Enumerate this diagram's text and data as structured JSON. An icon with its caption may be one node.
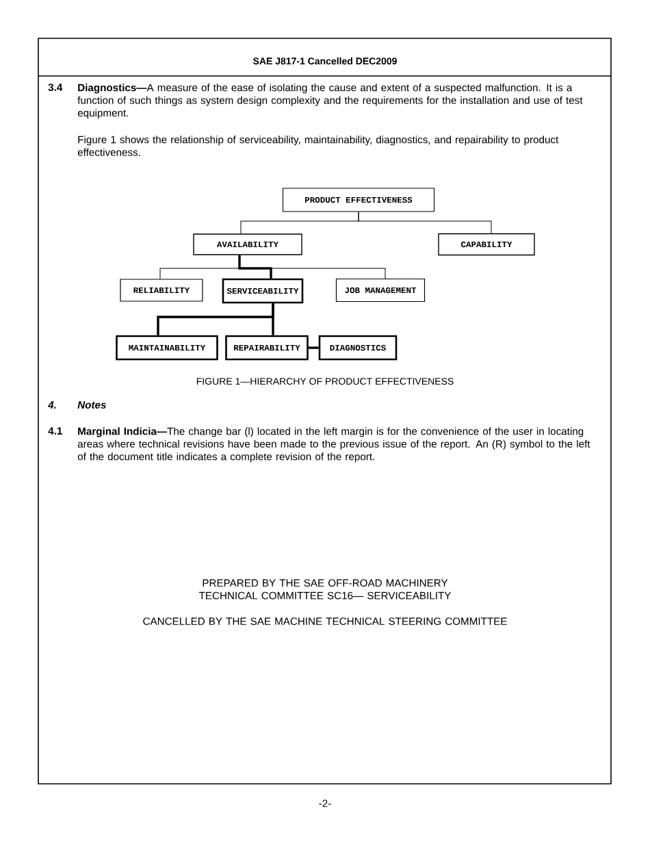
{
  "diagram": {
    "title": "SAE J817-1 Cancelled DEC2009",
    "caption": "FIGURE 1—HIERARCHY OF PRODUCT EFFECTIVENESS",
    "nodes": [
      {
        "text": [
          "PRODUCT EFFECTIVENESS"
        ]
      },
      {
        "text": [
          "AVAILABILITY"
        ]
      },
      {
        "text": [
          "CAPABILITY"
        ]
      },
      {
        "text": [
          "RELIABILITY"
        ]
      },
      {
        "text": [
          "SERVICEABILITY"
        ]
      },
      {
        "text": [
          "JOB MANAGEMENT"
        ]
      },
      {
        "text": [
          "MAINTAINABILITY"
        ]
      },
      {
        "text": [
          "REPAIRABILITY"
        ]
      },
      {
        "text": [
          "DIAGNOSTICS"
        ]
      }
    ],
    "edges": [
      {
        "from": 0,
        "to": 1,
        "arrow": "none"
      },
      {
        "from": 0,
        "to": 2,
        "arrow": "none"
      },
      {
        "from": 1,
        "to": 3,
        "arrow": "none"
      },
      {
        "from": 1,
        "to": 4,
        "arrow": "none",
        "style": "thick"
      },
      {
        "from": 1,
        "to": 5,
        "arrow": "none"
      },
      {
        "from": 4,
        "to": 6,
        "arrow": "none",
        "style": "thick"
      },
      {
        "from": 4,
        "to": 7,
        "arrow": "none",
        "style": "thick"
      },
      {
        "from": 7,
        "to": 8,
        "arrow": "none",
        "style": "thick"
      }
    ],
    "labels": [
      "3.4",
      "**Diagnostics—**A measure of the ease of isolating the cause and extent of a suspected malfunction.  It is a function of such things as system design complexity and the requirements for the installation and use of test equipment.",
      "Figure 1 shows the relationship of serviceability, maintainability, diagnostics, and repairability to product effectiveness.",
      "4.",
      "Notes",
      "4.1",
      "**Marginal Indicia—**The change bar (l) located in the left margin is for the convenience of the user in locating areas where technical revisions have been made to the previous issue of the report.  An (R) symbol to the left of the document title indicates a complete revision of the report.",
      "PREPARED BY THE SAE OFF-ROAD MACHINERY TECHNICAL COMMITTEE SC16— SERVICEABILITY",
      "CANCELLED BY THE SAE MACHINE TECHNICAL STEERING COMMITTEE",
      "-2-"
    ]
  }
}
